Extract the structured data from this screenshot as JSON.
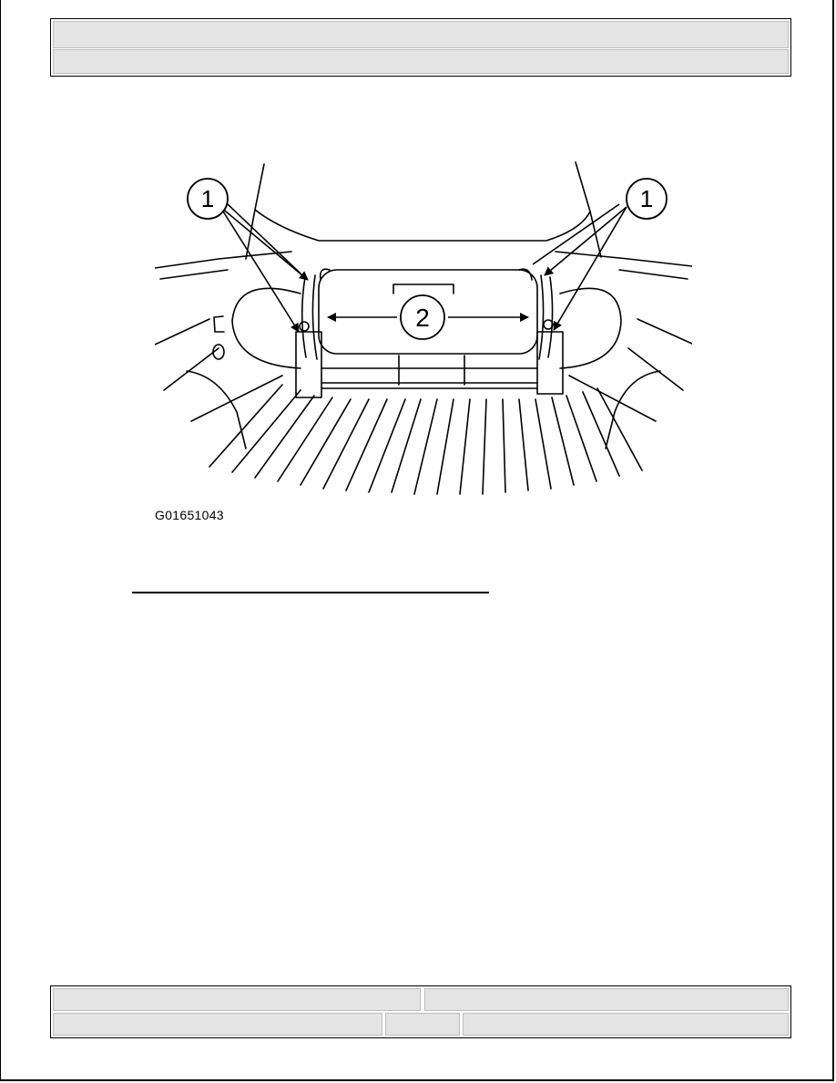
{
  "header": {
    "title": "",
    "subtitle": ""
  },
  "figure": {
    "callouts": [
      "1",
      "1",
      "2"
    ],
    "figure_id": "G01651043"
  },
  "footer": {
    "top_left": "",
    "top_right": "",
    "bottom_left": "",
    "bottom_middle": "",
    "bottom_right": ""
  }
}
